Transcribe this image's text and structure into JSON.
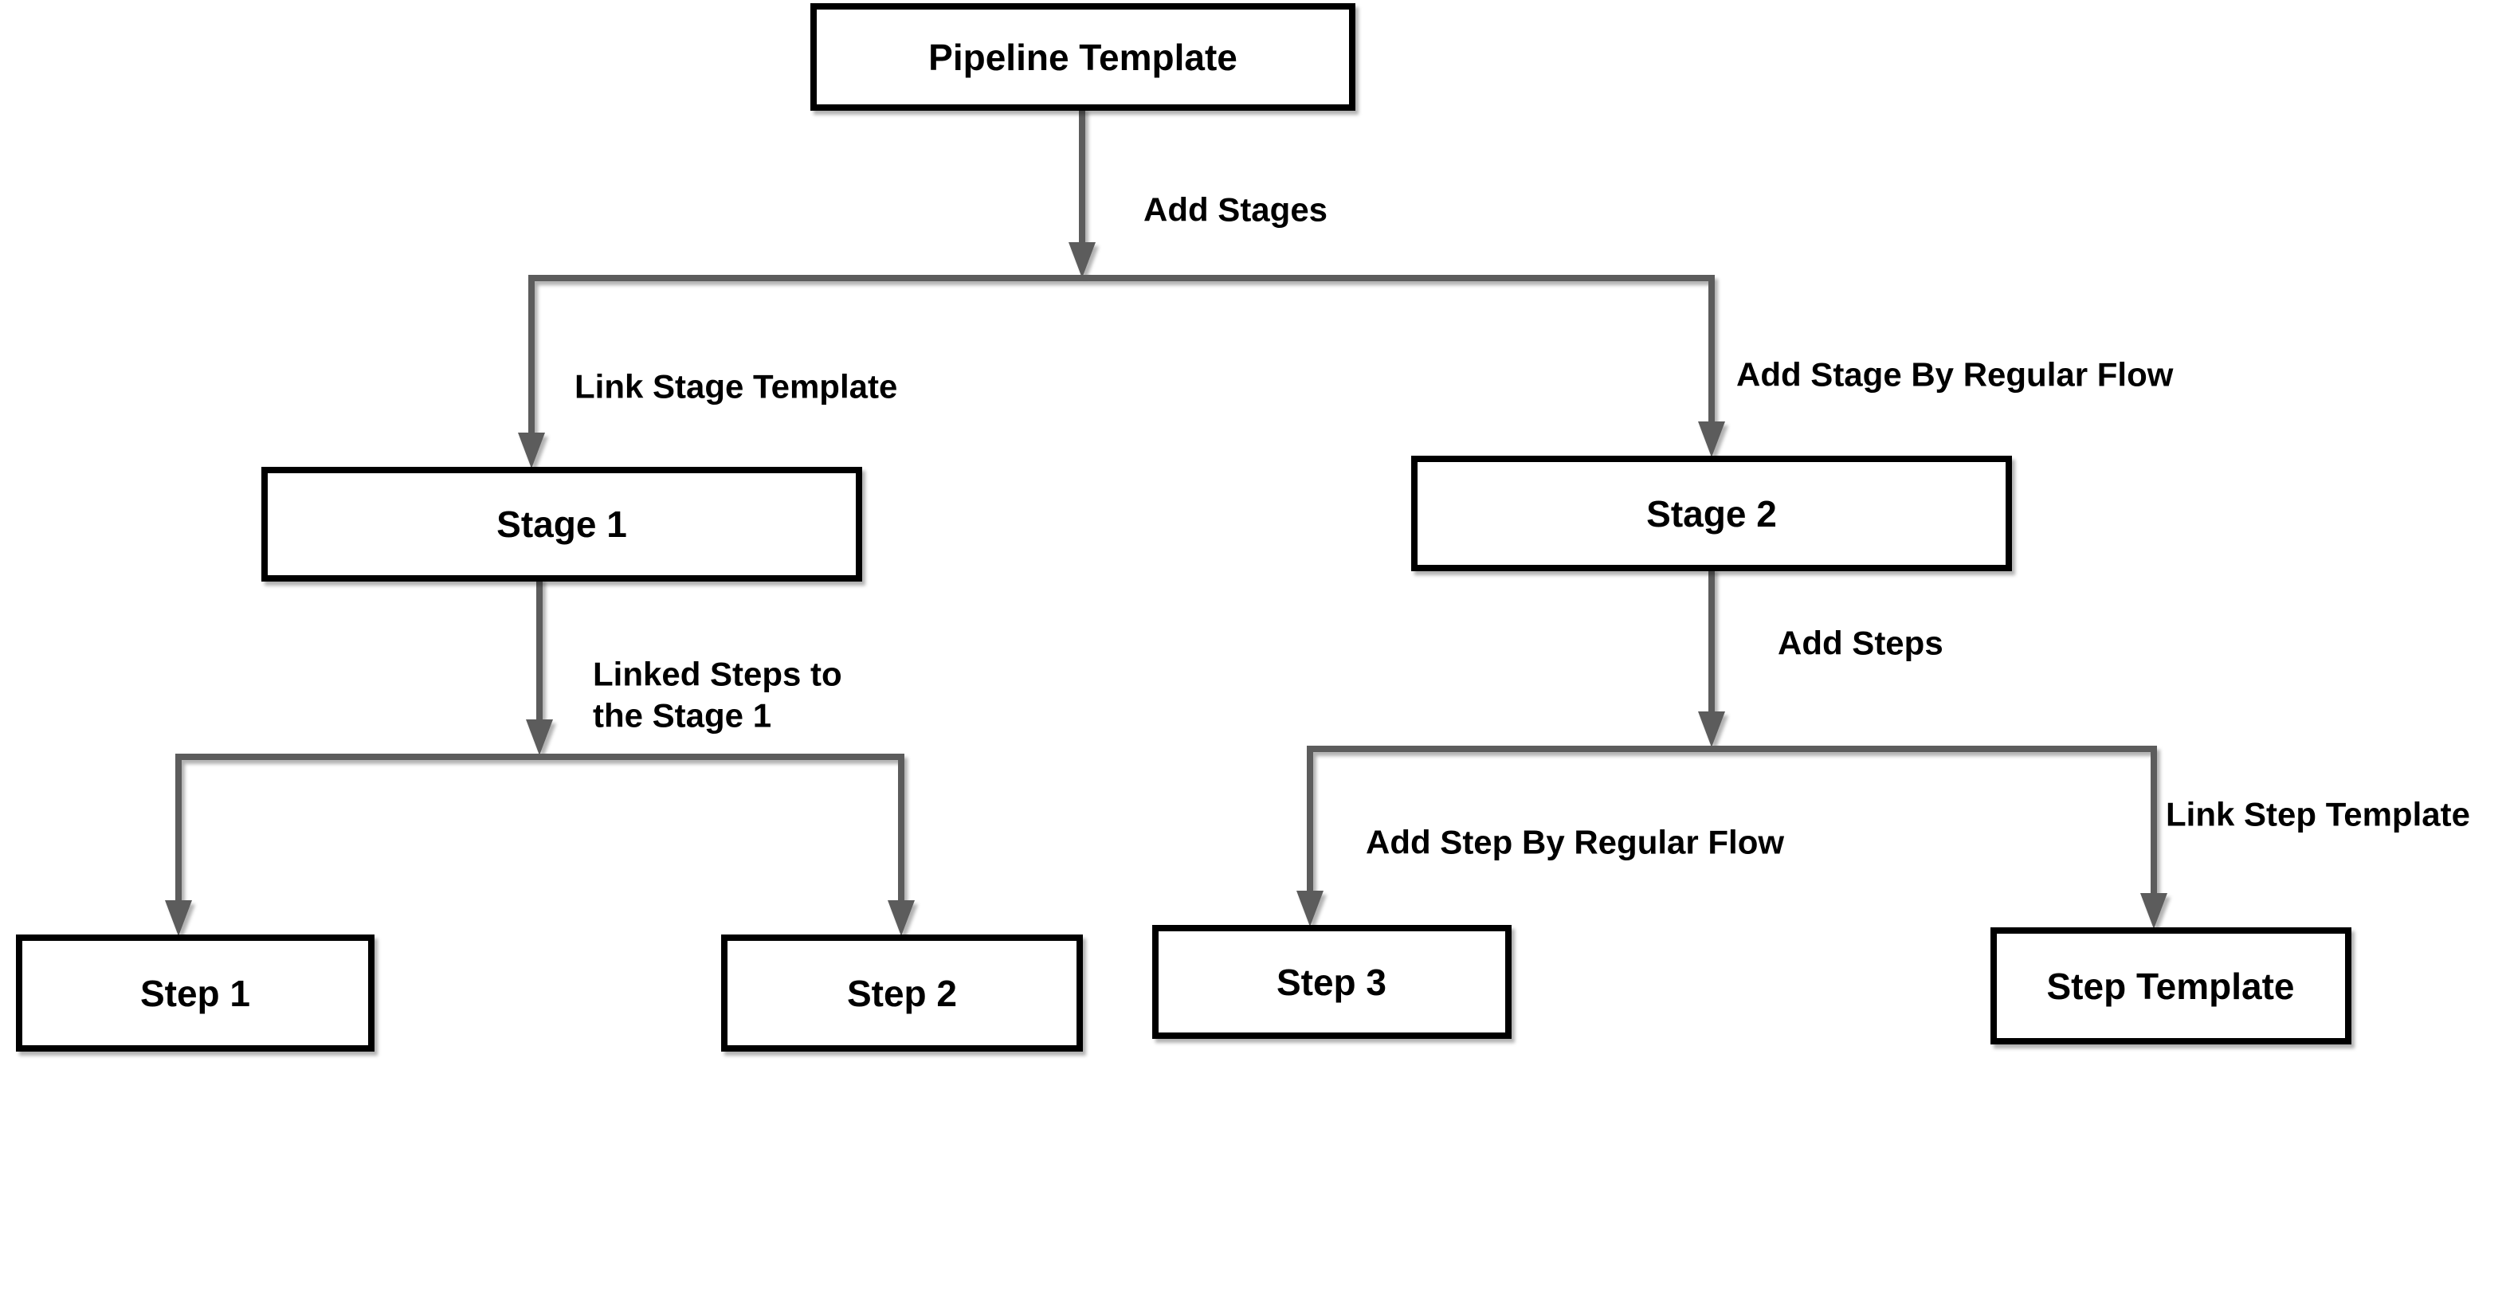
{
  "diagram": {
    "type": "flowchart",
    "description": "Pipeline template structure flowchart",
    "colors": {
      "background": "#ffffff",
      "node_fill": "#ffffff",
      "node_border": "#000000",
      "connector": "#5b5b5b",
      "text": "#000000"
    },
    "nodes": {
      "pipeline_template": {
        "label": "Pipeline Template"
      },
      "stage_1": {
        "label": "Stage 1"
      },
      "stage_2": {
        "label": "Stage 2"
      },
      "step_1": {
        "label": "Step 1"
      },
      "step_2": {
        "label": "Step 2"
      },
      "step_3": {
        "label": "Step 3"
      },
      "step_template": {
        "label": "Step Template"
      }
    },
    "edges": {
      "add_stages": {
        "label": "Add Stages"
      },
      "link_stage_template": {
        "label": "Link Stage Template"
      },
      "add_stage_by_regular_flow": {
        "label": "Add Stage By Regular Flow"
      },
      "linked_steps_to_stage_1": {
        "label_line1": "Linked Steps to",
        "label_line2": "the Stage 1"
      },
      "add_steps": {
        "label": "Add Steps"
      },
      "add_step_by_regular_flow": {
        "label": "Add Step By Regular Flow"
      },
      "link_step_template": {
        "label": "Link Step Template"
      }
    }
  }
}
